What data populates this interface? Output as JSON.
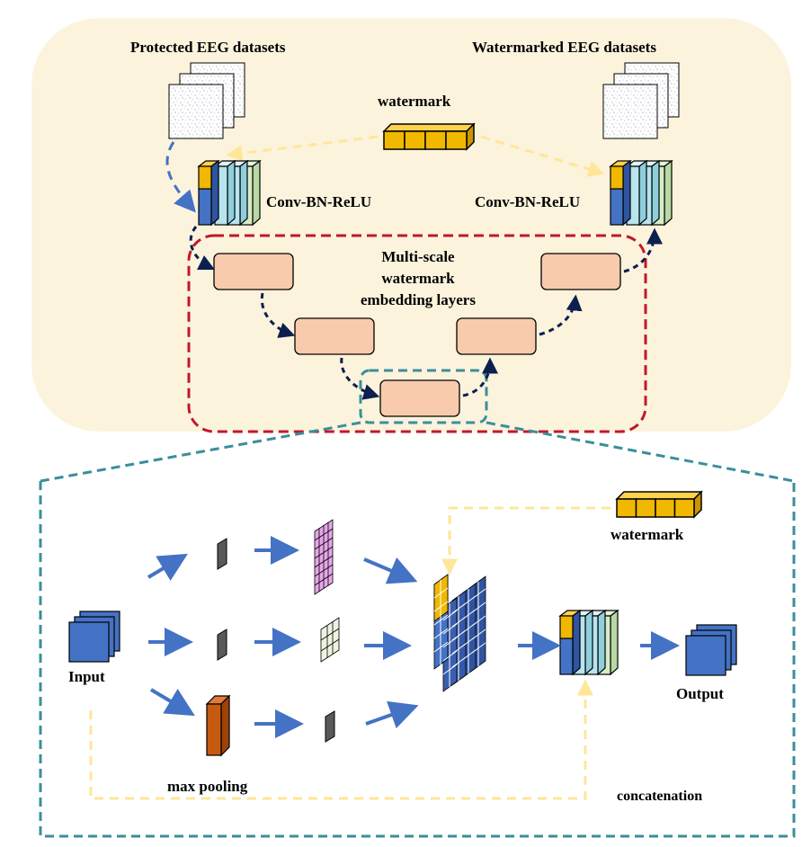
{
  "top_panel": {
    "protected_label": "Protected EEG datasets",
    "watermarked_label": "Watermarked EEG datasets",
    "watermark_label": "watermark",
    "conv_left_label": "Conv-BN-ReLU",
    "conv_right_label": "Conv-BN-ReLU",
    "embedding_title_1": "Multi-scale",
    "embedding_title_2": "watermark",
    "embedding_title_3": "embedding layers"
  },
  "detail_panel": {
    "watermark_label": "watermark",
    "input_label": "Input",
    "output_label": "Output",
    "max_pooling_label": "max pooling",
    "concatenation_label": "concatenation"
  },
  "colors": {
    "background_panel": "#fcf3dd",
    "block_fill": "#f8cbad",
    "red_dash": "#c0192b",
    "teal_dash": "#3a8f9a",
    "blue_arrow": "#4472c4",
    "navy_arrow": "#0d1f4f",
    "yellow_dash": "#ffe699",
    "watermark_gold": "#f0b800",
    "blue_cube": "#4472c4",
    "cyan_layer": "#b7e4ee",
    "green_layer": "#d6ecc5",
    "pink_grid": "#e8a6ea",
    "maxpool_orange": "#c55a11"
  }
}
